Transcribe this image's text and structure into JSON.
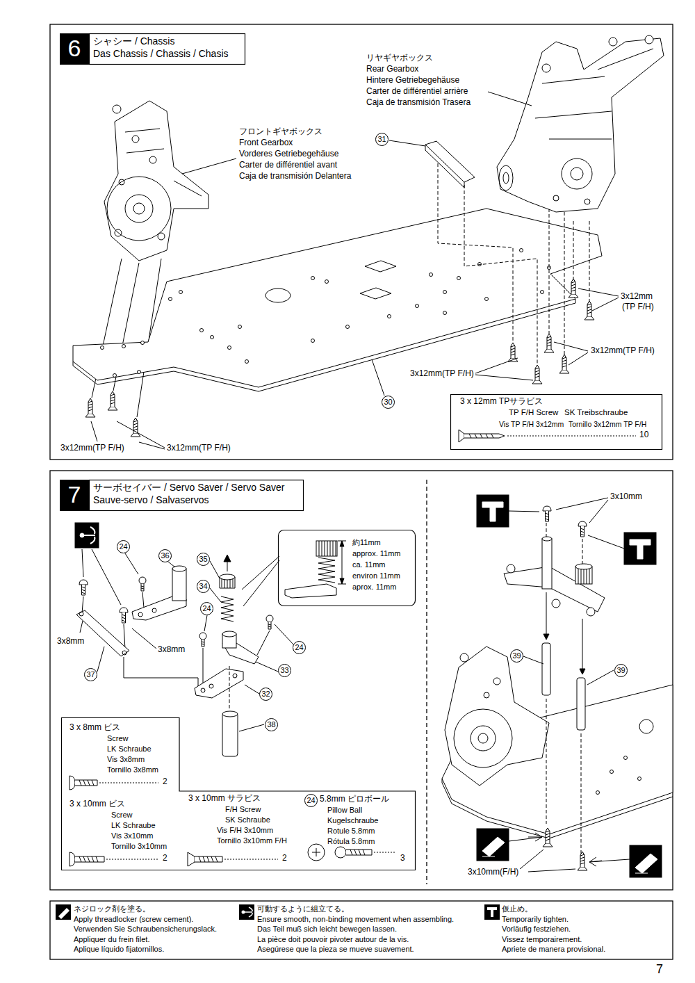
{
  "diagram": {
    "nodes": [
      {
        "text": [
          "6",
          "シャシー / Chassis",
          "Das Chassis / Chassis / Chasis"
        ]
      },
      {
        "text": [
          "3 x 12mm TPサラビス",
          "TP F/H Screw",
          "SK Treibschraube",
          "Vis TP F/H 3x12mm",
          "Tornillo 3x12mm TP F/H",
          "10"
        ]
      },
      {
        "text": [
          "7",
          "サーボセイバー / Servo Saver / Servo Saver",
          "Sauve-servo / Salvaservos"
        ]
      },
      {
        "text": [
          "約11mm",
          "approx. 11mm",
          "ca. 11mm",
          "environ 11mm",
          "aprox. 11mm"
        ]
      },
      {
        "text": [
          "3 x 8mm ビス",
          "Screw",
          "LK Schraube",
          "Vis 3x8mm",
          "Tornillo 3x8mm",
          "2",
          "3 x 10mm ビス",
          "Screw",
          "LK Schraube",
          "Vis 3x10mm",
          "Tornillo 3x10mm",
          "2",
          "3 x 10mm サラビス",
          "F/H Screw",
          "SK Schraube",
          "Vis F/H 3x10mm",
          "Tornillo 3x10mm F/H",
          "2",
          "24",
          "5.8mm ピロボール",
          "Pillow Ball",
          "Kugelschraube",
          "Rotule 5.8mm",
          "Rótula 5.8mm",
          "3"
        ]
      }
    ],
    "labels": [
      "リヤギヤボックス",
      "Rear Gearbox",
      "Hintere Getriebegehäuse",
      "Carter de différentiel arrière",
      "Caja de transmisión Trasera",
      "フロントギヤボックス",
      "Front Gearbox",
      "Vorderes Getriebegehäuse",
      "Carter de différentiel avant",
      "Caja de transmisión Delantera",
      "31",
      "3x12mm",
      "(TP F/H)",
      "3x12mm(TP F/H)",
      "3x12mm(TP F/H)",
      "30",
      "3x12mm(TP F/H)",
      "3x12mm(TP F/H)",
      "24",
      "36",
      "35",
      "34",
      "3x8mm",
      "3x8mm",
      "24",
      "24",
      "33",
      "37",
      "32",
      "38",
      "3x10mm",
      "39",
      "39",
      "3x10mm(F/H)",
      "7"
    ],
    "legend": [
      {
        "text": "ネジロック剤を塗る。"
      },
      {
        "text": "Apply threadlocker (screw cement)."
      },
      {
        "text": "Verwenden Sie Schraubensicherungslack."
      },
      {
        "text": "Appliquer du frein filet."
      },
      {
        "text": "Aplique líquido fijatornillos."
      },
      {
        "text": "可動するように組立てる。"
      },
      {
        "text": "Ensure smooth, non-binding movement when assembling."
      },
      {
        "text": "Das Teil muß sich leicht bewegen lassen."
      },
      {
        "text": "La pièce doit pouvoir pivoter autour de la vis."
      },
      {
        "text": "Asegúrese que la pieza se mueve suavement."
      },
      {
        "text": "仮止め。"
      },
      {
        "text": "Temporarily tighten."
      },
      {
        "text": "Vorläufig festziehen."
      },
      {
        "text": "Vissez temporairement."
      },
      {
        "text": "Apriete de manera provisional."
      }
    ]
  }
}
